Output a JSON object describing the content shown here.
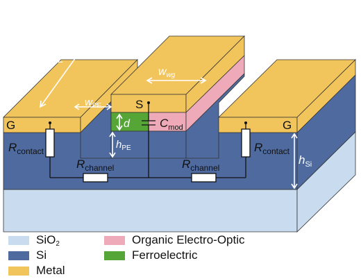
{
  "colors": {
    "sio2": "#c9dcef",
    "si": "#4e6a9e",
    "metal": "#f2c55c",
    "organic": "#eeaab8",
    "ferroelectric": "#55a537"
  },
  "labels": {
    "L": "L",
    "w_wg_main": "w",
    "w_wg_sub": "wg",
    "w_pe_main": "w",
    "w_pe_sub": "PE",
    "S": "S",
    "G_left": "G",
    "G_right": "G",
    "d": "d",
    "c_mod_main": "C",
    "c_mod_sub": "mod",
    "h_pe_main": "h",
    "h_pe_sub": "PE",
    "r_contact_left_main": "R",
    "r_contact_left_sub": "contact",
    "r_contact_right_main": "R",
    "r_contact_right_sub": "contact",
    "r_channel_left_main": "R",
    "r_channel_left_sub": "channel",
    "r_channel_right_main": "R",
    "r_channel_right_sub": "channel",
    "h_si_main": "h",
    "h_si_sub": "Si"
  },
  "legend": {
    "sio2_main": "SiO",
    "sio2_sub": "2",
    "si": "Si",
    "metal": "Metal",
    "organic": "Organic Electro-Optic",
    "ferroelectric": "Ferroelectric"
  }
}
